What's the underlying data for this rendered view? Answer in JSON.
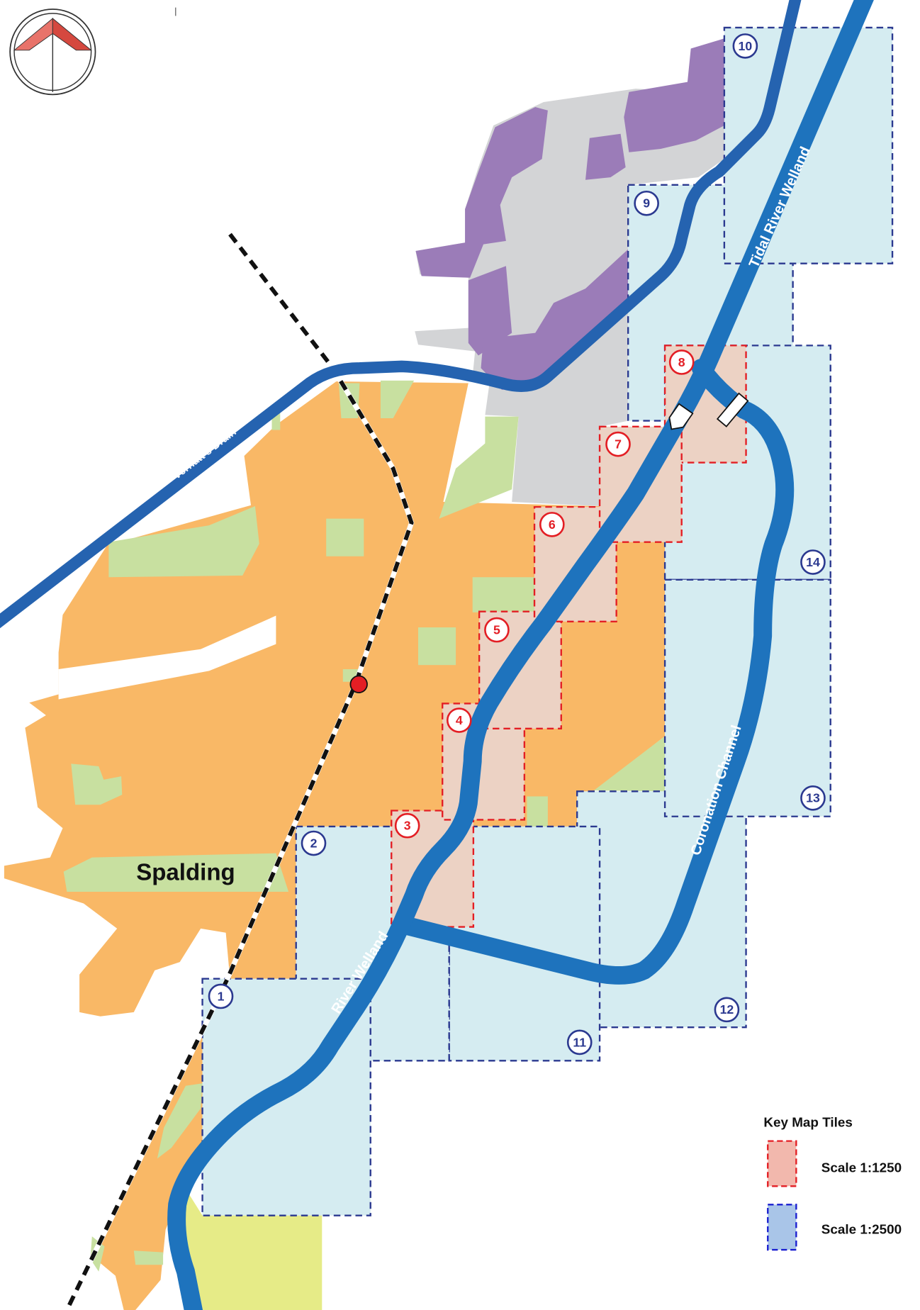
{
  "map": {
    "town_label": "Spalding",
    "waterways": {
      "vernatts_drain": "Vernatt's Drain",
      "tidal_river_welland": "Tidal River Welland",
      "river_welland": "River Welland",
      "coronation_channel": "Coronation Channel"
    },
    "tiles": {
      "scale_1250": [
        "3",
        "4",
        "5",
        "6",
        "7",
        "8"
      ],
      "scale_2500": [
        "1",
        "2",
        "9",
        "10",
        "11",
        "12",
        "13",
        "14"
      ]
    }
  },
  "legend": {
    "title": "Key Map Tiles",
    "items": [
      {
        "label": "Scale 1:1250",
        "swatch_color": "#f2b8ad",
        "border_color": "#e31e24"
      },
      {
        "label": "Scale 1:2500",
        "swatch_color": "#a9c5e8",
        "border_color": "#1a1fd0"
      }
    ]
  },
  "colors": {
    "urban": "#f9b866",
    "park": "#c8e0a0",
    "industrial": "#d3d4d6",
    "purple_zone": "#9b7cb8",
    "yellow_zone": "#e6eb87",
    "river": "#1e73bd",
    "drain": "#2563b0",
    "tile_1250_fill": "#ecd2c4",
    "tile_2500_fill": "#d5ecf1",
    "station": "#e31e24",
    "north_arrow_light": "#e8736a",
    "north_arrow_dark": "#d5483f"
  }
}
